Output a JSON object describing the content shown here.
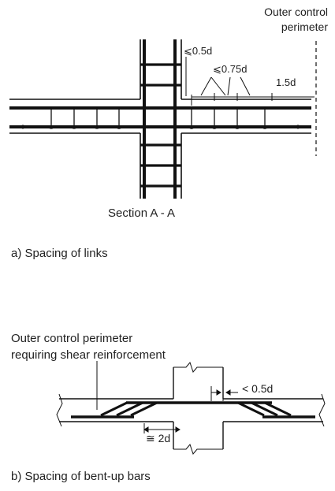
{
  "diagram_a": {
    "outer_perimeter_label": [
      "Outer control",
      "perimeter"
    ],
    "dim_first": "⩽0.5d",
    "dim_spacing": "⩽0.75d",
    "dim_outer": "1.5d",
    "section_label": "Section  A - A",
    "caption": "a) Spacing of links"
  },
  "diagram_b": {
    "outer_perimeter_label": [
      "Outer control perimeter",
      "requiring shear reinforcement"
    ],
    "dim_column_face": "< 0.5d",
    "dim_spacing": "≅ 2d",
    "caption": "b) Spacing of bent-up bars"
  }
}
